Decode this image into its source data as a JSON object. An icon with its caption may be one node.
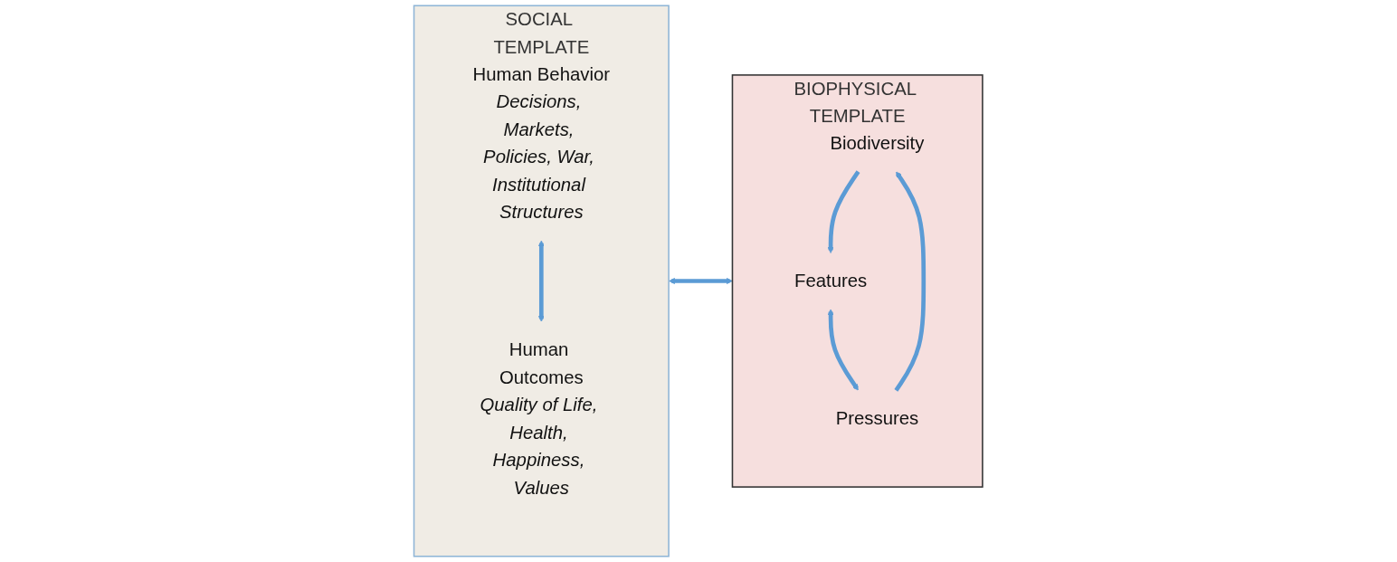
{
  "diagram": {
    "nodes": [
      {
        "text": [
          "SOCIAL TEMPLATE"
        ]
      },
      {
        "text": [
          "Human Behavior",
          "Decisions, Markets, Policies, War, Institutional Structures"
        ],
        "in": 0
      },
      {
        "text": [
          "Human Outcomes",
          "Quality of Life, Health, Happiness, Values"
        ],
        "in": 0
      },
      {
        "text": [
          "BIOPHYSICAL TEMPLATE"
        ]
      },
      {
        "text": [
          "Biodiversity"
        ],
        "in": 3
      },
      {
        "text": [
          "Features"
        ],
        "in": 3
      },
      {
        "text": [
          "Pressures"
        ],
        "in": 3
      }
    ],
    "edges": [
      {
        "from": 1,
        "to": 2,
        "arrow": "both"
      },
      {
        "from": 0,
        "to": 3,
        "arrow": "both"
      },
      {
        "from": 4,
        "to": 5,
        "arrow": "to"
      },
      {
        "from": 6,
        "to": 4,
        "arrow": "to"
      },
      {
        "from": 5,
        "to": 6,
        "arrow": "both"
      }
    ]
  }
}
